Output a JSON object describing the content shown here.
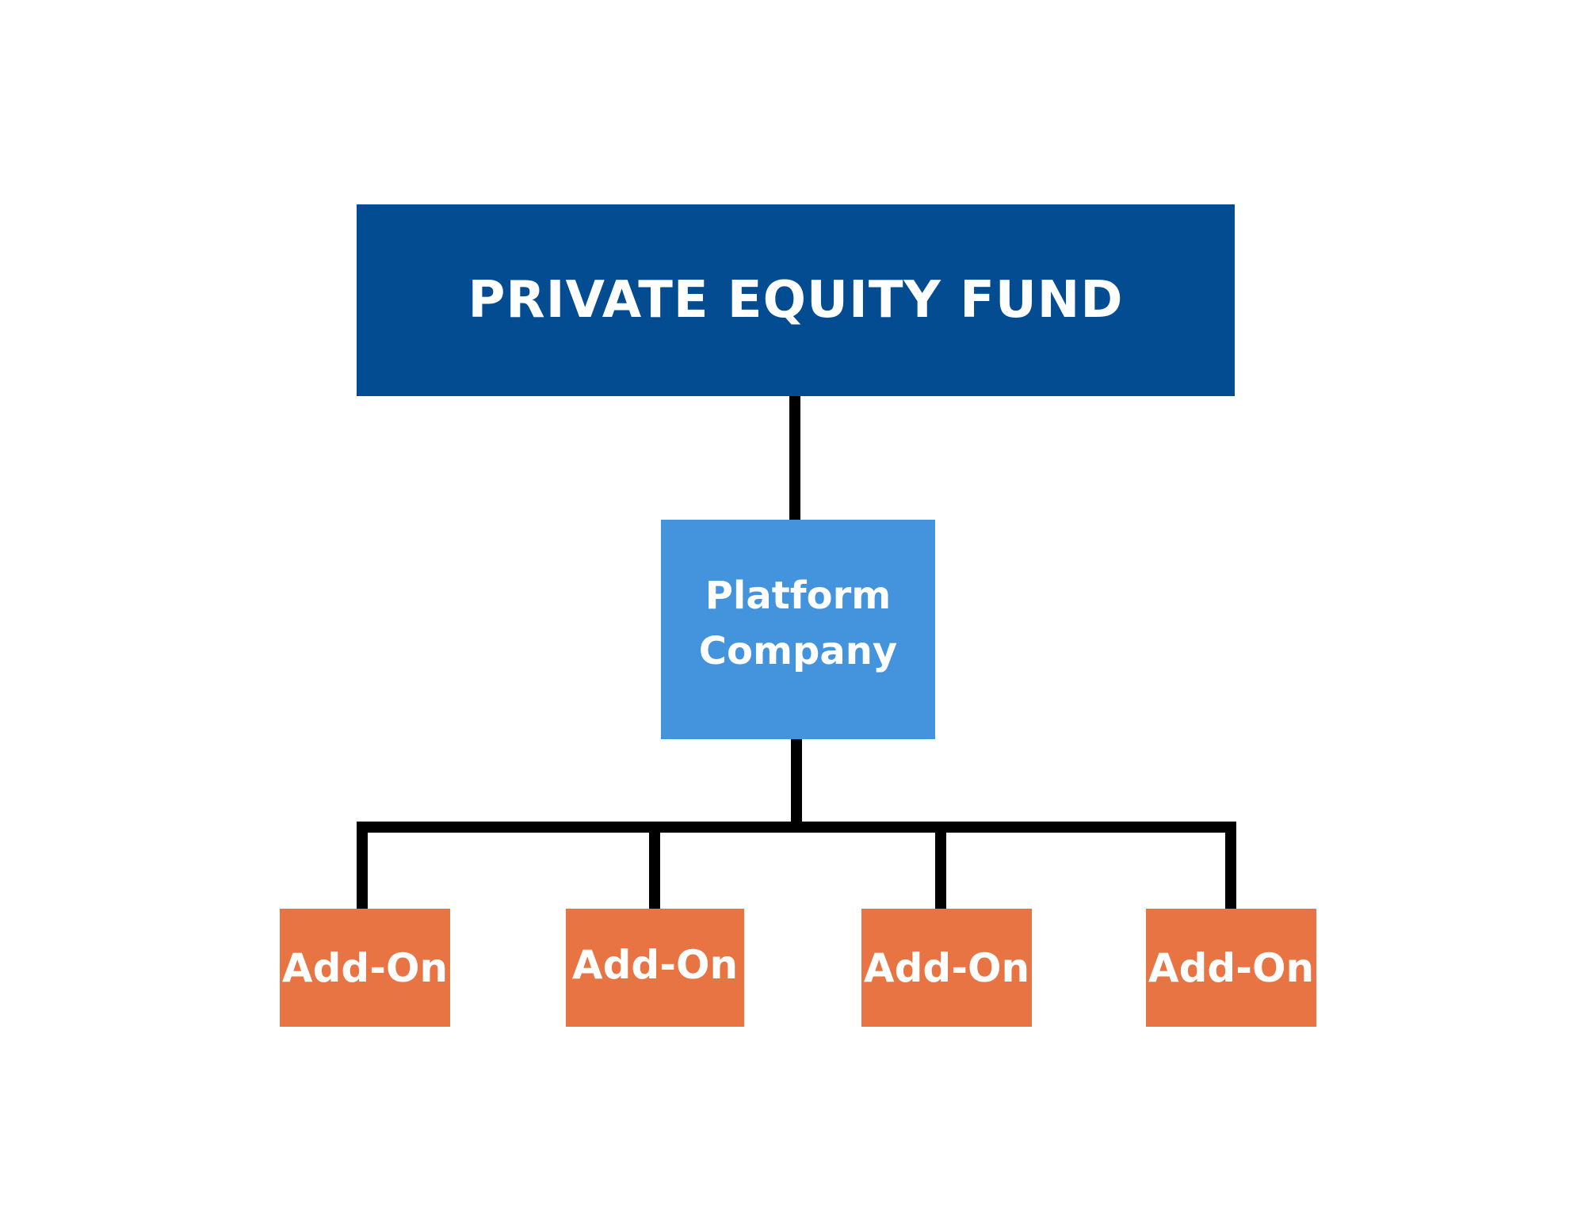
{
  "diagram": {
    "root": {
      "label": "PRIVATE EQUITY FUND",
      "color": "#034c91"
    },
    "platform": {
      "line1": "Platform",
      "line2": "Company",
      "color": "#4393dd"
    },
    "addons": [
      {
        "label": "Add-On"
      },
      {
        "label": "Add-On"
      },
      {
        "label": "Add-On"
      },
      {
        "label": "Add-On"
      }
    ],
    "addon_color": "#e77442",
    "connector_color": "#000000"
  }
}
